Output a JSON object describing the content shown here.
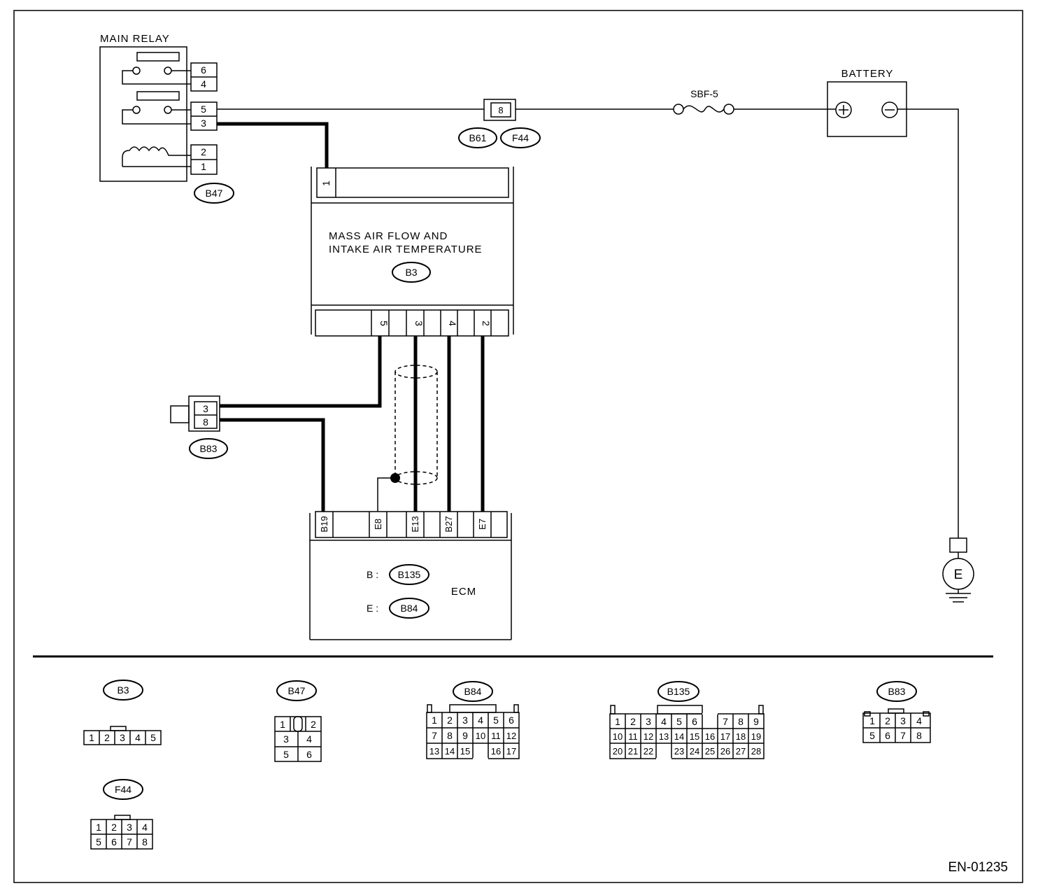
{
  "components": {
    "main_relay": {
      "label": "MAIN RELAY",
      "pins": [
        "6",
        "4",
        "5",
        "3",
        "2",
        "1"
      ],
      "connector": "B47"
    },
    "joint_b61_f44": {
      "pin": "8",
      "connectors": [
        "B61",
        "F44"
      ]
    },
    "fuse": {
      "label": "SBF-5"
    },
    "battery": {
      "label": "BATTERY",
      "plus": "⊕",
      "minus": "⊖"
    },
    "ground": {
      "label": "E"
    },
    "maf_sensor": {
      "line1": "MASS  AIR  FLOW  AND",
      "line2": "INTAKE AIR TEMPERATURE",
      "connector": "B3",
      "top_pin": "1",
      "bottom_pins": [
        "5",
        "3",
        "4",
        "2"
      ]
    },
    "joint_b83": {
      "pins": [
        "3",
        "8"
      ],
      "connector": "B83"
    },
    "ecm": {
      "label": "ECM",
      "pins": [
        "B19",
        "E8",
        "E13",
        "B27",
        "E7"
      ],
      "b_prefix": "B :",
      "b_connector": "B135",
      "e_prefix": "E :",
      "e_connector": "B84"
    }
  },
  "connector_views": {
    "b3": {
      "label": "B3",
      "rows": [
        [
          "1",
          "2",
          "3",
          "4",
          "5"
        ]
      ]
    },
    "f44": {
      "label": "F44",
      "rows": [
        [
          "1",
          "2",
          "3",
          "4"
        ],
        [
          "5",
          "6",
          "7",
          "8"
        ]
      ]
    },
    "b47": {
      "label": "B47",
      "rows": [
        [
          "1",
          "2"
        ],
        [
          "3",
          "4"
        ],
        [
          "5",
          "6"
        ]
      ]
    },
    "b84": {
      "label": "B84",
      "rows": [
        [
          "1",
          "2",
          "3",
          "4",
          "5",
          "6"
        ],
        [
          "7",
          "8",
          "9",
          "10",
          "11",
          "12"
        ],
        [
          "13",
          "14",
          "15",
          "16",
          "17"
        ]
      ]
    },
    "b135": {
      "label": "B135",
      "rows": [
        [
          "1",
          "2",
          "3",
          "4",
          "5",
          "6",
          "7",
          "8",
          "9"
        ],
        [
          "10",
          "11",
          "12",
          "13",
          "14",
          "15",
          "16",
          "17",
          "18",
          "19"
        ],
        [
          "20",
          "21",
          "22",
          "23",
          "24",
          "25",
          "26",
          "27",
          "28"
        ]
      ]
    },
    "b83": {
      "label": "B83",
      "rows": [
        [
          "1",
          "2",
          "3",
          "4"
        ],
        [
          "5",
          "6",
          "7",
          "8"
        ]
      ]
    }
  },
  "figure_id": "EN-01235"
}
